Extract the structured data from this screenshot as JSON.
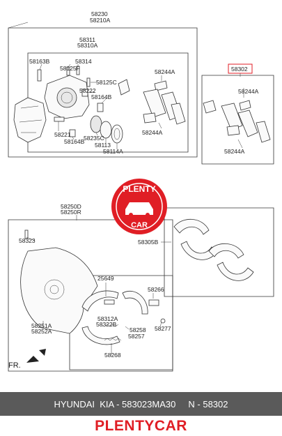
{
  "labels": {
    "l58230": "58230",
    "l58210A": "58210A",
    "l58311": "58311",
    "l58310A": "58310A",
    "l58163B": "58163B",
    "l58314": "58314",
    "l58125F": "58125F",
    "l58125C": "58125C",
    "l58222": "58222",
    "l58164B_a": "58164B",
    "l58221": "58221",
    "l58164B_b": "58164B",
    "l58235C": "58235C",
    "l58113": "58113",
    "l58114A": "58114A",
    "l58244A_1": "58244A",
    "l58244A_2": "58244A",
    "l58302": "58302",
    "l58244A_3": "58244A",
    "l58244A_4": "58244A",
    "l58250D": "58250D",
    "l58250R": "58250R",
    "l58323": "58323",
    "l58305B": "58305B",
    "l25649": "25649",
    "l58266": "58266",
    "l58312A": "58312A",
    "l58322B": "58322B",
    "l58277": "58277",
    "l58258": "58258",
    "l58257": "58257",
    "l58251A": "58251A",
    "l58252A": "58252A",
    "l58268": "58268",
    "lFR": "FR."
  },
  "watermark": {
    "top_text": "PLENTY",
    "bottom_text": "CAR",
    "color": "#e01e25"
  },
  "footer": {
    "text": "HYUNDAI  KIA - 583023MA30     N - 58302"
  },
  "brand": {
    "text": "PLENTYCAR",
    "color": "#e01e25"
  },
  "highlight_color": "#e01e25"
}
